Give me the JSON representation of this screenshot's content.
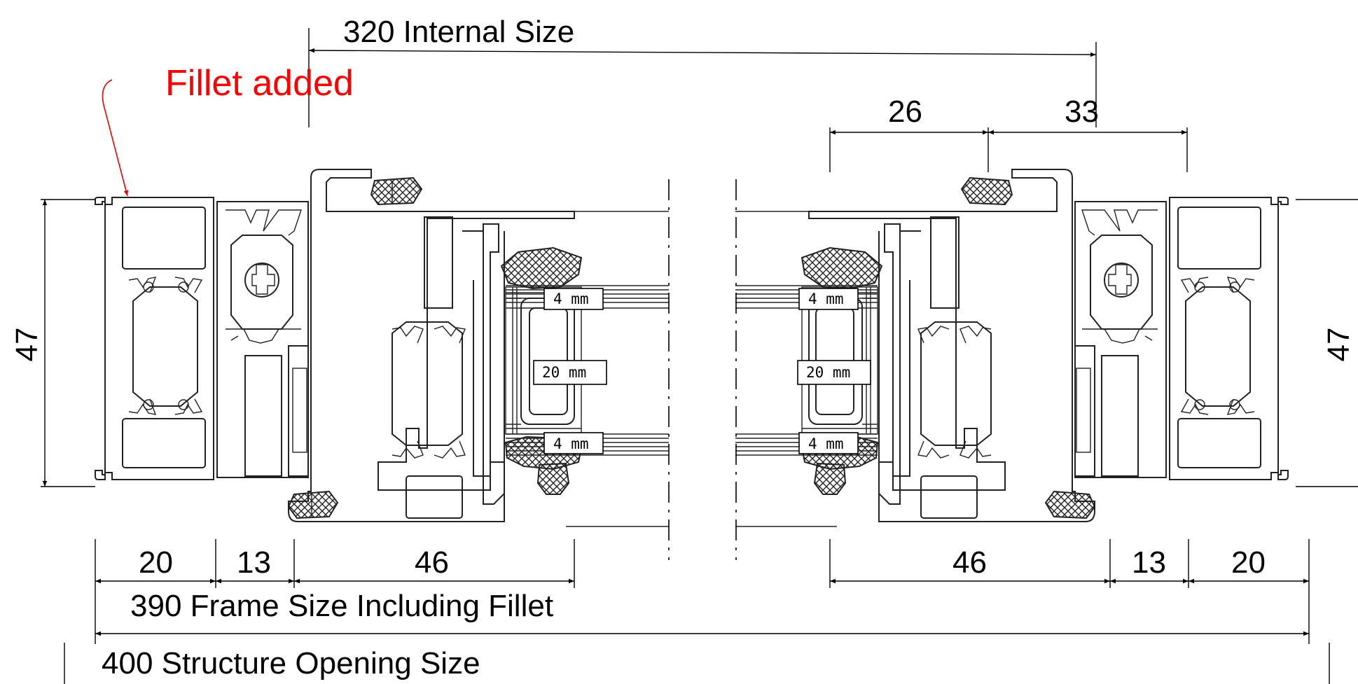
{
  "title": "Sliding door section drawing",
  "annotations": {
    "internal_size": "320 Internal Size",
    "frame_size": "390 Frame Size Including Fillet",
    "opening_size": "400 Structure Opening Size",
    "fillet_note": "Fillet added",
    "fillet_note_color": "#ff0000"
  },
  "dimensions": {
    "height_left": "47",
    "height_right": "47",
    "top_26": "26",
    "top_33": "33",
    "bottom_left": [
      "20",
      "13",
      "46"
    ],
    "bottom_right": [
      "46",
      "13",
      "20"
    ]
  },
  "glass_labels": {
    "left_top": "4 mm",
    "left_mid": "20 mm",
    "left_bottom": "4 mm",
    "right_top": "4 mm",
    "right_mid": "20 mm",
    "right_bottom": "4 mm"
  }
}
